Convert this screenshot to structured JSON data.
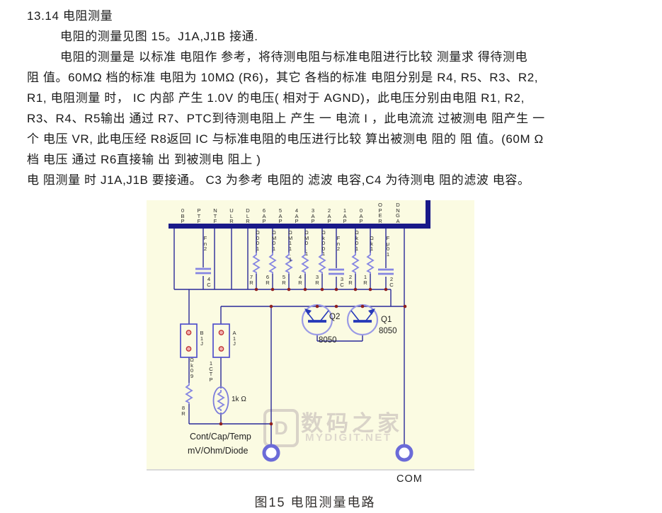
{
  "doc": {
    "heading": "13.14  电阻测量",
    "lines": [
      "电阻的测量见图 15。J1A,J1B 接通.",
      "电阻的测量是 以标准 电阻作 参考，将待测电阻与标准电阻进行比较  测量求 得待测电",
      "阻 值。60MΩ 档的标准 电阻为 10MΩ (R6)，其它 各档的标准 电阻分别是 R4, R5、R3、R2,",
      "R1, 电阻测量 时， IC 内部 产生 1.0V 的电压( 相对于 AGND)，此电压分别由电阻 R1, R2,",
      "R3、R4、R5输出 通过 R7、PTC到待测电阻上 产生 一 电流 I ，此电流流 过被测电 阻产生 一",
      "个 电压 VR, 此电压经 R8返回 IC 与标准电阻的电压进行比较 算出被测电 阻的 阻 值。(60M Ω",
      "档 电压 通过 R6直接输 出 到被测电 阻上 )",
      "电 阻测量 时 J1A,J1B 要接通。 C3 为参考 电阻的 滤波 电容,C4 为待测电 阻的滤波 电容。"
    ]
  },
  "figure": {
    "caption": "图15   电阻测量电路",
    "watermark_cn": "数码之家",
    "watermark_en": "MYDIGIT.NET",
    "watermark_logo": "D",
    "pins": [
      "PB0",
      "FTP",
      "FTN",
      "RLU",
      "RLD",
      "PA6",
      "PA5",
      "PA4",
      "PA3",
      "PA2",
      "PA1",
      "PA0",
      "REPO",
      "AGND"
    ],
    "components": {
      "c4": {
        "ref": "C4",
        "value": "2nF"
      },
      "r7": {
        "ref": "R7",
        "value": "100Ω"
      },
      "r6": {
        "ref": "R6",
        "value": "10MΩ"
      },
      "r5": {
        "ref": "R5",
        "value": "1.11MΩ"
      },
      "r4": {
        "ref": "R4",
        "value": "1.0MΩ"
      },
      "r3": {
        "ref": "R3",
        "value": "100kΩ"
      },
      "c3": {
        "ref": "C3",
        "value": "2nF"
      },
      "r2": {
        "ref": "R2",
        "value": "10kΩ"
      },
      "r1": {
        "ref": "R1",
        "value": "1kΩ"
      },
      "c2": {
        "ref": "C2",
        "value": "10μF"
      },
      "j1b": {
        "ref": "J1B"
      },
      "j1a": {
        "ref": "J1A"
      },
      "r8": {
        "ref": "R8",
        "value": "90kΩ"
      },
      "ptc": {
        "ref": "PTC1",
        "value": "1k Ω"
      },
      "q2": {
        "ref": "Q2",
        "part": "8050"
      },
      "q1": {
        "ref": "Q1",
        "part": "8050"
      }
    },
    "jacks": {
      "input_line1": "Cont/Cap/Temp",
      "input_line2": "mV/Ohm/Diode",
      "com": "COM"
    }
  }
}
